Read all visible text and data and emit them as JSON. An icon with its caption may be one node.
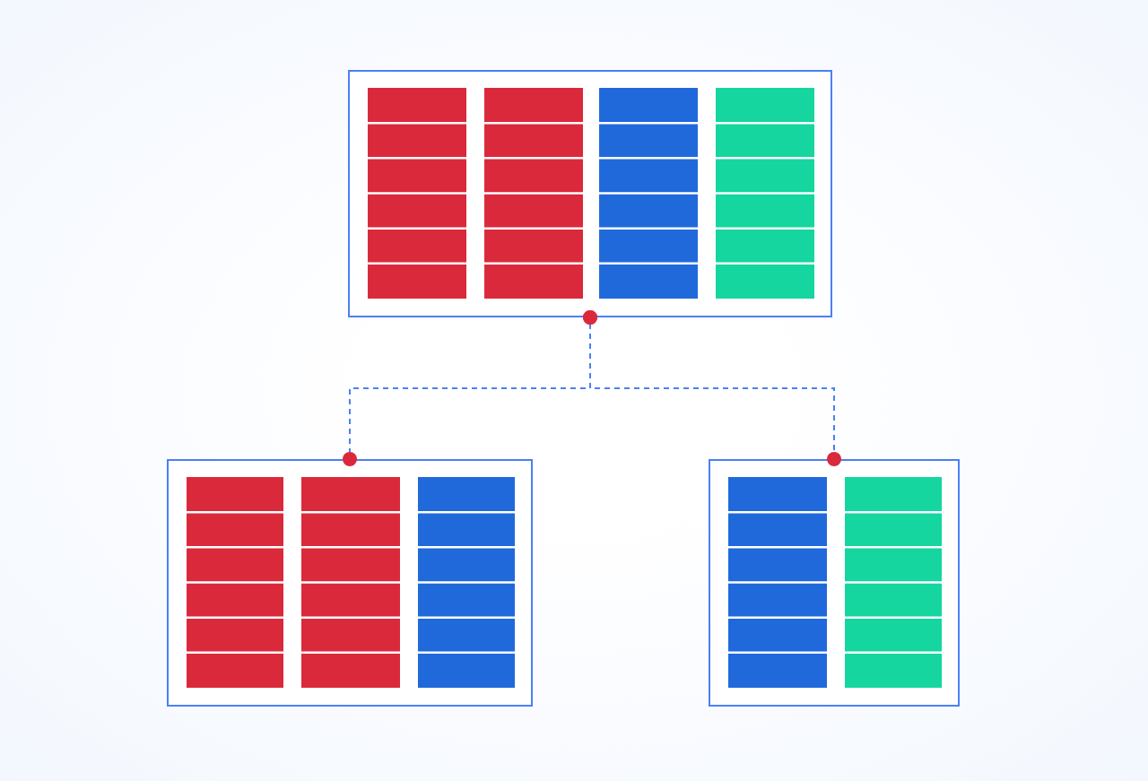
{
  "diagram": {
    "nodes": [
      {
        "text": [],
        "shape": "box"
      },
      {
        "text": [],
        "shape": "box"
      },
      {
        "text": [],
        "shape": "box"
      }
    ],
    "edges": [
      {
        "from": 0,
        "to": 1,
        "arrow": "other",
        "style": "dashed"
      },
      {
        "from": 0,
        "to": 2,
        "arrow": "other",
        "style": "dashed"
      }
    ]
  }
}
